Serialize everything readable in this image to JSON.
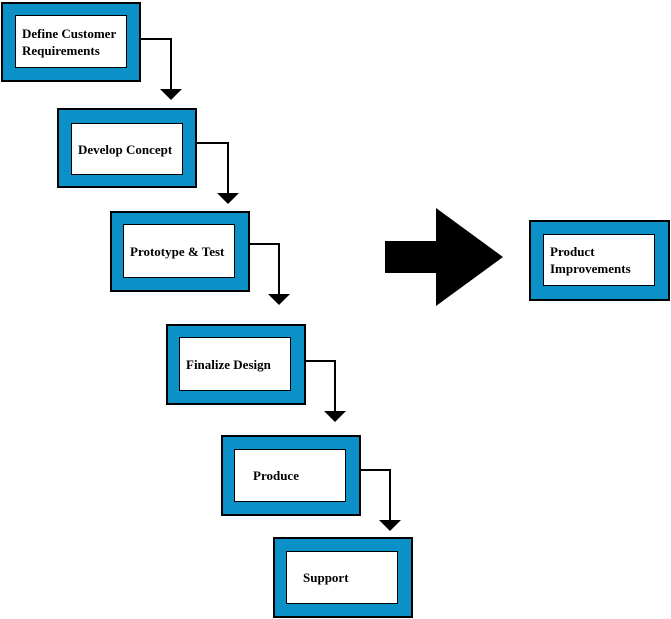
{
  "steps": [
    {
      "label": "Define Customer Requirements"
    },
    {
      "label": "Develop Concept"
    },
    {
      "label": "Prototype & Test"
    },
    {
      "label": "Finalize Design"
    },
    {
      "label": "Produce"
    },
    {
      "label": "Support"
    }
  ],
  "outcome": {
    "label": "Product Improvements"
  },
  "colors": {
    "box_fill": "#0b90c8",
    "inner_fill": "#ffffff",
    "lines": "#000000"
  }
}
